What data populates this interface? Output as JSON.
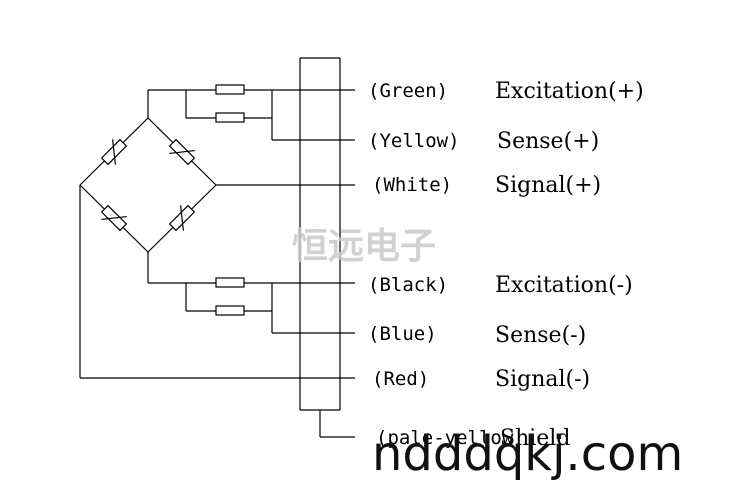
{
  "wires": [
    {
      "color": "(Green)",
      "function": "Excitation(+)"
    },
    {
      "color": "(Yellow)",
      "function": "Sense(+)"
    },
    {
      "color": "(White)",
      "function": "Signal(+)"
    },
    {
      "color": "(Black)",
      "function": "Excitation(-)"
    },
    {
      "color": "(Blue)",
      "function": "Sense(-)"
    },
    {
      "color": "(Red)",
      "function": "Signal(-)"
    },
    {
      "color": "(pale-yellow",
      "function": "Shield"
    }
  ],
  "watermarks": {
    "chinese": "恒远电子",
    "site": "ndddqkj.com"
  }
}
